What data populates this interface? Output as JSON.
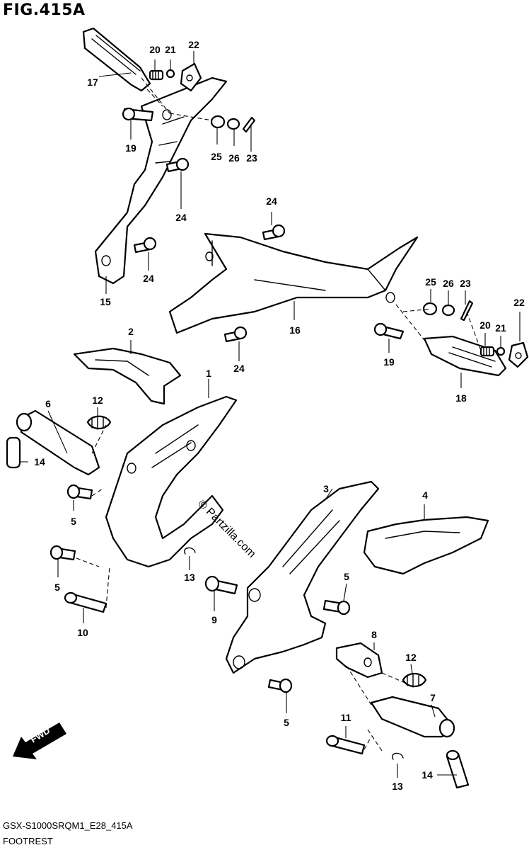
{
  "header": {
    "figure_title": "FIG.415A"
  },
  "footer": {
    "code": "GSX-S1000SRQM1_E28_415A",
    "name": "FOOTREST"
  },
  "watermark": "© Partzilla.com",
  "direction": {
    "label": "FWD"
  },
  "callouts": {
    "c1": "1",
    "c2": "2",
    "c3": "3",
    "c4": "4",
    "c5a": "5",
    "c5b": "5",
    "c5c": "5",
    "c5d": "5",
    "c6": "6",
    "c7": "7",
    "c8": "8",
    "c9": "9",
    "c10": "10",
    "c11": "11",
    "c12a": "12",
    "c12b": "12",
    "c13a": "13",
    "c13b": "13",
    "c14a": "14",
    "c14b": "14",
    "c15": "15",
    "c16": "16",
    "c17": "17",
    "c18": "18",
    "c19a": "19",
    "c19b": "19",
    "c20a": "20",
    "c20b": "20",
    "c21a": "21",
    "c21b": "21",
    "c22a": "22",
    "c22b": "22",
    "c23a": "23",
    "c23b": "23",
    "c24a": "24",
    "c24b": "24",
    "c24c": "24",
    "c24d": "24",
    "c25a": "25",
    "c25b": "25",
    "c26a": "26",
    "c26b": "26"
  }
}
